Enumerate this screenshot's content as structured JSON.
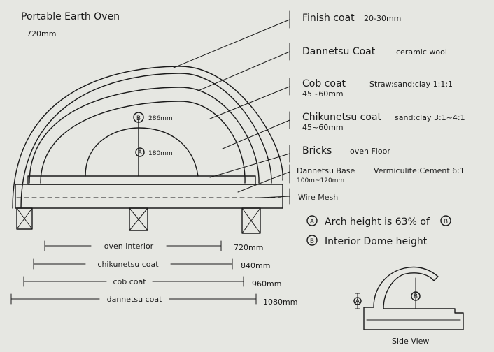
{
  "title": "Portable Earth Oven",
  "size": "720mm",
  "layers": [
    {
      "name": "Finish coat",
      "detail": "20-30mm",
      "thickness": ""
    },
    {
      "name": "Dannetsu Coat",
      "detail": "ceramic wool",
      "thickness": ""
    },
    {
      "name": "Cob coat",
      "detail": "Straw:sand:clay 1:1:1",
      "thickness": "45~60mm"
    },
    {
      "name": "Chikunetsu coat",
      "detail": "sand:clay 3:1~4:1",
      "thickness": "45~60mm"
    },
    {
      "name": "Bricks",
      "detail": "oven Floor",
      "thickness": ""
    },
    {
      "name": "Dannetsu Base",
      "detail": "Vermiculite:Cement 6:1",
      "thickness": "100m~120mm"
    },
    {
      "name": "Wire Mesh",
      "detail": "",
      "thickness": ""
    }
  ],
  "heights": {
    "b": {
      "mark": "B",
      "value": "286mm"
    },
    "a": {
      "mark": "A",
      "value": "180mm"
    }
  },
  "notes": [
    {
      "mark": "A",
      "text": "Arch height is 63% of",
      "ref": "B"
    },
    {
      "mark": "B",
      "text": "Interior Dome height",
      "ref": ""
    }
  ],
  "dimensions": [
    {
      "label": "oven interior",
      "value": "720mm"
    },
    {
      "label": "chikunetsu coat",
      "value": "840mm"
    },
    {
      "label": "cob coat",
      "value": "960mm"
    },
    {
      "label": "dannetsu coat",
      "value": "1080mm"
    }
  ],
  "side_view": {
    "label": "Side View",
    "mark_a": "A",
    "mark_b": "B"
  }
}
